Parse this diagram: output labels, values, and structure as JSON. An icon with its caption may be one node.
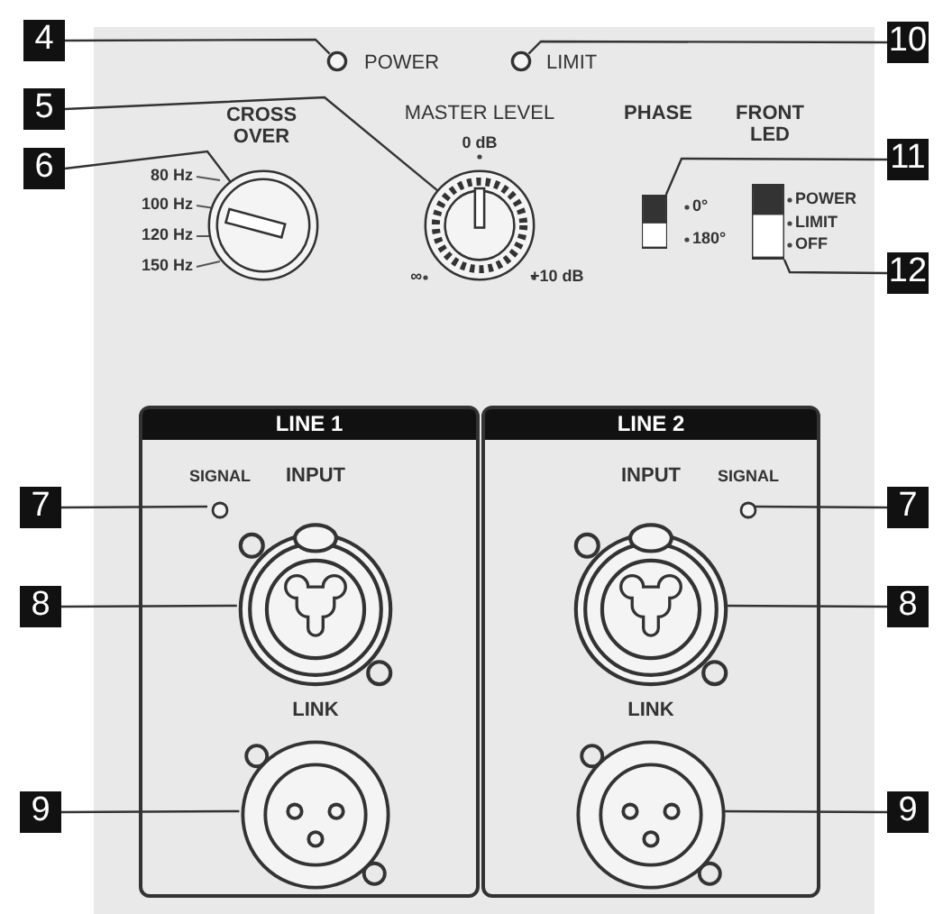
{
  "diagram": {
    "nodes": [
      {
        "text": [
          "4"
        ]
      },
      {
        "text": [],
        "shape": "circle"
      },
      {
        "text": [],
        "shape": "circle"
      },
      {
        "text": [
          "10"
        ]
      },
      {
        "text": [
          "5"
        ]
      },
      {
        "text": [
          "6"
        ]
      },
      {
        "text": [],
        "shape": "circle"
      },
      {
        "text": [],
        "shape": "circle"
      },
      {
        "text": [
          "11"
        ]
      },
      {
        "text": [],
        "shape": "box"
      },
      {
        "text": [],
        "shape": "box"
      },
      {
        "text": [
          "12"
        ]
      },
      {
        "text": [
          "LINE 1"
        ]
      },
      {
        "text": [
          "LINE 2"
        ]
      },
      {
        "text": [],
        "shape": "circle",
        "in": 12
      },
      {
        "text": [
          "7"
        ]
      },
      {
        "text": [],
        "shape": "circle",
        "in": 13
      },
      {
        "text": [
          "7"
        ]
      },
      {
        "text": [
          "8"
        ]
      },
      {
        "text": [],
        "shape": "circle",
        "in": 12
      },
      {
        "text": [],
        "shape": "circle",
        "in": 13
      },
      {
        "text": [
          "8"
        ]
      },
      {
        "text": [
          "9"
        ]
      },
      {
        "text": [],
        "shape": "circle",
        "in": 12
      },
      {
        "text": [],
        "shape": "circle",
        "in": 13
      },
      {
        "text": [
          "9"
        ]
      }
    ],
    "edges": [
      {
        "from": 0,
        "to": 1,
        "arrow": "none"
      },
      {
        "from": 3,
        "to": 2,
        "arrow": "none"
      },
      {
        "from": 4,
        "to": 7,
        "arrow": "none"
      },
      {
        "from": 5,
        "to": 6,
        "arrow": "none"
      },
      {
        "from": 8,
        "to": 9,
        "arrow": "none"
      },
      {
        "from": 11,
        "to": 10,
        "arrow": "none"
      },
      {
        "from": 15,
        "to": 14,
        "arrow": "none"
      },
      {
        "from": 17,
        "to": 16,
        "arrow": "none"
      },
      {
        "from": 18,
        "to": 19,
        "arrow": "none"
      },
      {
        "from": 21,
        "to": 20,
        "arrow": "none"
      },
      {
        "from": 22,
        "to": 23,
        "arrow": "none"
      },
      {
        "from": 25,
        "to": 24,
        "arrow": "none"
      }
    ],
    "labels": [
      "POWER",
      "LIMIT",
      "CROSS OVER",
      "MASTER LEVEL",
      "PHASE",
      "FRONT LED",
      "0 dB",
      "80 Hz",
      "100 Hz",
      "120 Hz",
      "150 Hz",
      "0°",
      "180°",
      "POWER",
      "LIMIT",
      "OFF",
      "∞",
      "+10 dB",
      "SIGNAL",
      "INPUT",
      "INPUT",
      "SIGNAL",
      "LINK",
      "LINK"
    ]
  }
}
